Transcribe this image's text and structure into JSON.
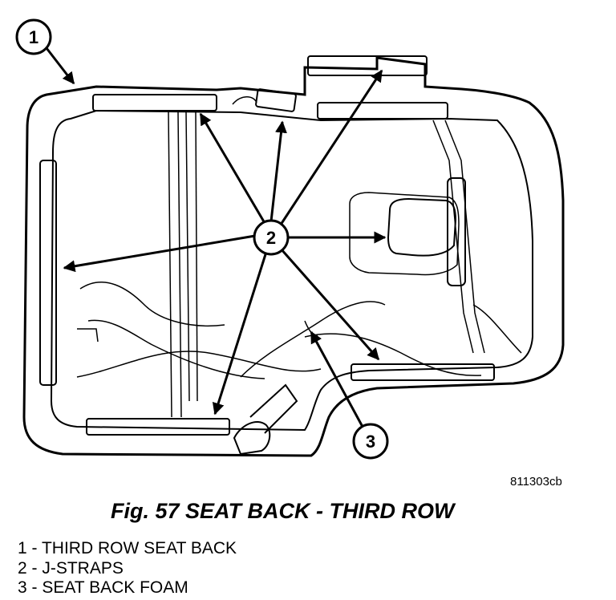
{
  "figure": {
    "reference_code": "811303cb",
    "caption": "Fig. 57 SEAT BACK - THIRD ROW",
    "callouts": [
      {
        "number": "1"
      },
      {
        "number": "2"
      },
      {
        "number": "3"
      }
    ],
    "legend": [
      {
        "number": "1",
        "text": "1 - THIRD ROW SEAT BACK"
      },
      {
        "number": "2",
        "text": "2 - J-STRAPS"
      },
      {
        "number": "3",
        "text": "3 - SEAT BACK FOAM"
      }
    ]
  }
}
